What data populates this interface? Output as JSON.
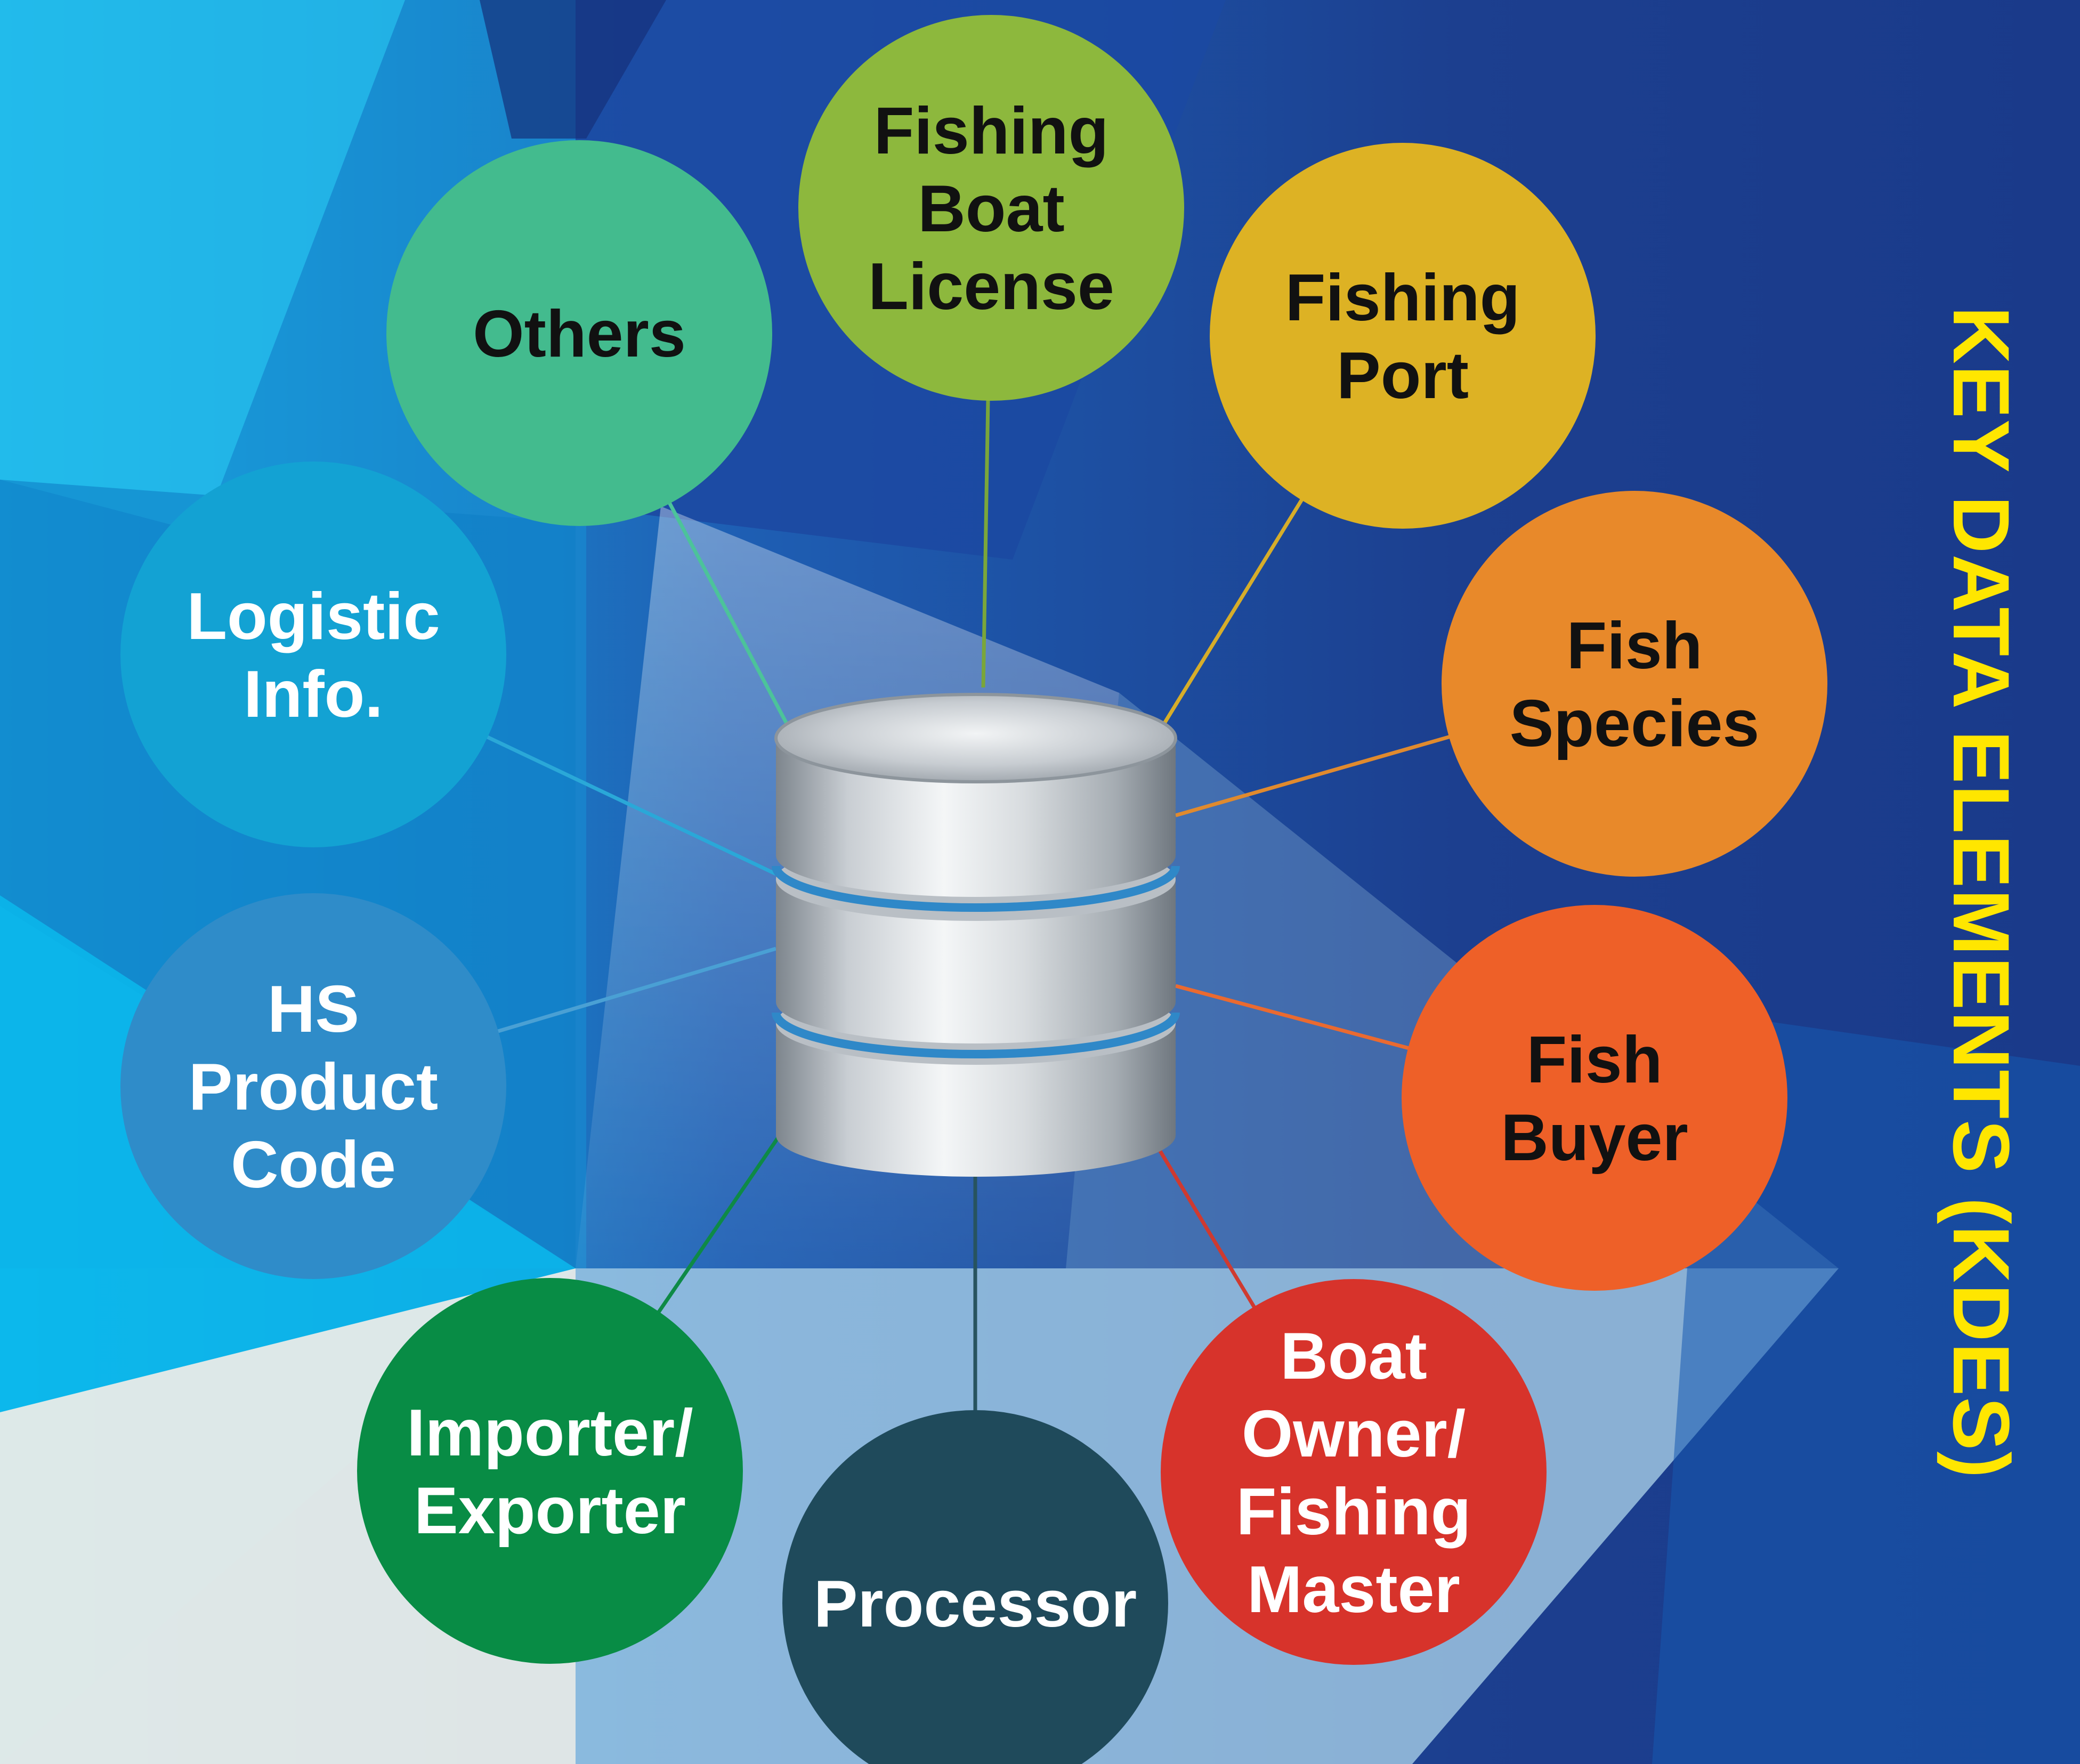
{
  "title": "KEY DATA ELEMENTS (KDES)",
  "colors": {
    "title": "#ffe600",
    "background_dark": "#1b3e8f",
    "background_light": "#12c2ee",
    "hub_metal": "#c8cdd2",
    "hub_band": "#2f88c8"
  },
  "hub": {
    "icon": "database-icon"
  },
  "nodes": [
    {
      "id": "fishing-boat-license",
      "lines": [
        "Fishing",
        "Boat",
        "License"
      ],
      "color": "#8db83d",
      "line_color": "#7aa63a",
      "text_color": "#111111"
    },
    {
      "id": "fishing-port",
      "lines": [
        "Fishing",
        "Port"
      ],
      "color": "#ddb224",
      "line_color": "#d6ad2a",
      "text_color": "#111111"
    },
    {
      "id": "fish-species",
      "lines": [
        "Fish",
        "Species"
      ],
      "color": "#e8892a",
      "line_color": "#e08a2e",
      "text_color": "#111111"
    },
    {
      "id": "fish-buyer",
      "lines": [
        "Fish",
        "Buyer"
      ],
      "color": "#ee6028",
      "line_color": "#ea6a30",
      "text_color": "#111111"
    },
    {
      "id": "boat-owner-fishing-master",
      "lines": [
        "Boat",
        "Owner/",
        "Fishing",
        "Master"
      ],
      "color": "#d7332b",
      "line_color": "#cf3a30",
      "text_color": "#ffffff"
    },
    {
      "id": "processor",
      "lines": [
        "Processor"
      ],
      "color": "#1f4a5b",
      "line_color": "#27535f",
      "text_color": "#ffffff"
    },
    {
      "id": "importer-exporter",
      "lines": [
        "Importer/",
        "Exporter"
      ],
      "color": "#088c45",
      "line_color": "#0e8a46",
      "text_color": "#ffffff"
    },
    {
      "id": "hs-product-code",
      "lines": [
        "HS",
        "Product",
        "Code"
      ],
      "color": "#2f8cc9",
      "line_color": "#4aa0d4",
      "text_color": "#ffffff"
    },
    {
      "id": "logistic-info",
      "lines": [
        "Logistic",
        "Info."
      ],
      "color": "#13a2d3",
      "line_color": "#2aa8d8",
      "text_color": "#ffffff"
    },
    {
      "id": "others",
      "lines": [
        "Others"
      ],
      "color": "#43bb8e",
      "line_color": "#4cc39a",
      "text_color": "#111111"
    }
  ]
}
